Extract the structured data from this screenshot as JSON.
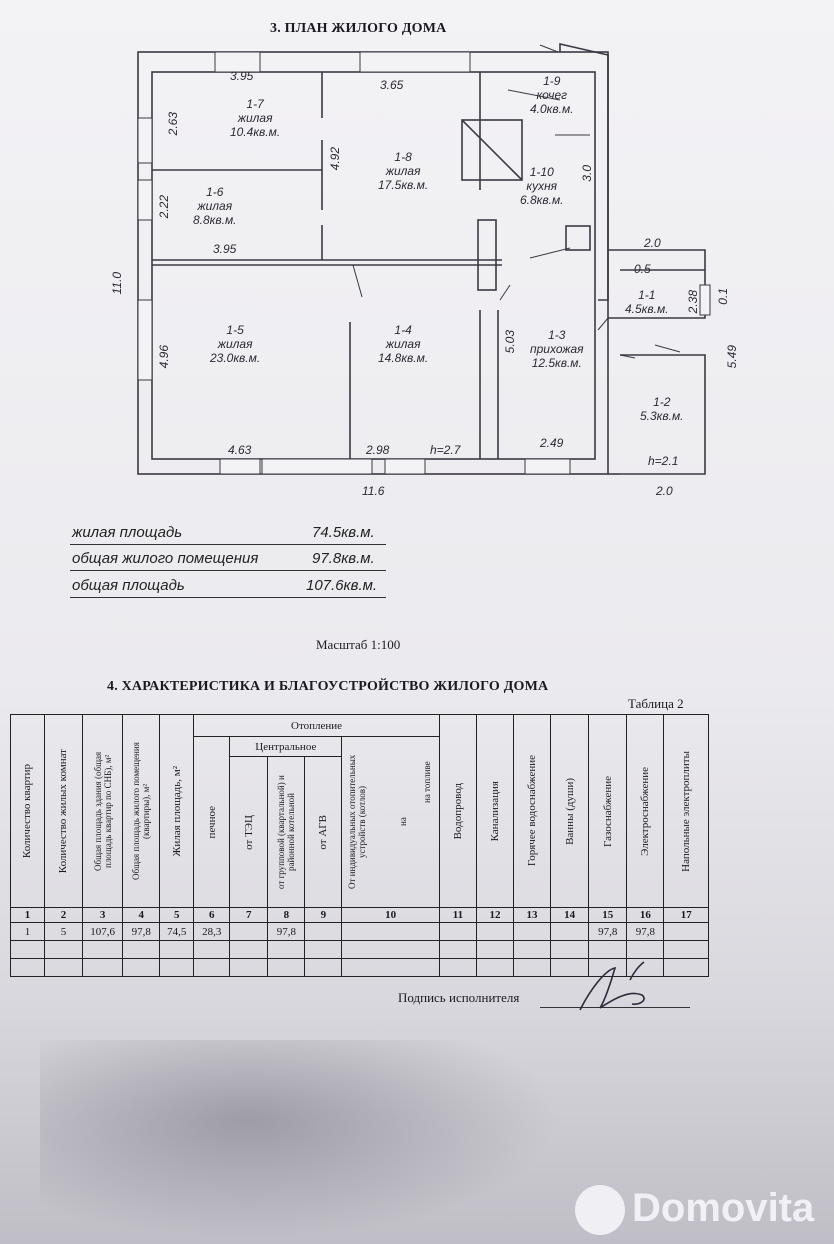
{
  "plan": {
    "title": "3. ПЛАН ЖИЛОГО ДОМА",
    "rooms": [
      {
        "id": "1-7",
        "type": "жилая",
        "area": "10.4кв.м."
      },
      {
        "id": "1-8",
        "type": "жилая",
        "area": "17.5кв.м."
      },
      {
        "id": "1-9",
        "type": "кочег",
        "area": "4.0кв.м."
      },
      {
        "id": "1-6",
        "type": "жилая",
        "area": "8.8кв.м."
      },
      {
        "id": "1-10",
        "type": "кухня",
        "area": "6.8кв.м."
      },
      {
        "id": "1-1",
        "type": "",
        "area": "4.5кв.м."
      },
      {
        "id": "1-5",
        "type": "жилая",
        "area": "23.0кв.м."
      },
      {
        "id": "1-4",
        "type": "жилая",
        "area": "14.8кв.м."
      },
      {
        "id": "1-3",
        "type": "прихожая",
        "area": "12.5кв.м."
      },
      {
        "id": "1-2",
        "type": "",
        "area": "5.3кв.м."
      }
    ],
    "dims": {
      "d395a": "3.95",
      "d365": "3.65",
      "d263": "2.63",
      "d492": "4.92",
      "d30": "3.0",
      "d222": "2.22",
      "d395b": "3.95",
      "d20a": "2.0",
      "d05": "0.5",
      "d110": "11.0",
      "d238": "2.38",
      "d01": "0.1",
      "d496": "4.96",
      "d503": "5.03",
      "d549": "5.49",
      "d463": "4.63",
      "d298": "2.98",
      "h27": "h=2.7",
      "d249": "2.49",
      "h21": "h=2.1",
      "d116": "11.6",
      "d20b": "2.0"
    }
  },
  "summary": [
    {
      "label": "жилая площадь",
      "value": "74.5кв.м."
    },
    {
      "label": "общая жилого помещения",
      "value": "97.8кв.м."
    },
    {
      "label": "общая площадь",
      "value": "107.6кв.м."
    }
  ],
  "scale": "Масштаб  1:100",
  "section4": {
    "title": "4. ХАРАКТЕРИСТИКА И БЛАГОУСТРОЙСТВО ЖИЛОГО ДОМА",
    "table_label": "Таблица 2",
    "group_heating": "Отопление",
    "group_central": "Центральное",
    "headers": [
      "Количество квартир",
      "Количество жилых комнат",
      "Общая площадь здания (общая площадь квартир по СНБ), м²",
      "Общая площадь жилого помещения (квартиры), м²",
      "Жилая площадь, м²",
      "печное",
      "от ТЭЦ",
      "от групповой (квартальной) и районной котельной",
      "от АГВ",
      "От индивидуальных отопительных устройств (котлов)",
      "Водопровод",
      "Канализация",
      "Горячее водоснабжение",
      "Ванны (души)",
      "Газоснабжение",
      "Электроснабжение",
      "Напольные электроплиты"
    ],
    "sub10_a": "на",
    "sub10_b": "на топливе",
    "col_numbers": [
      "1",
      "2",
      "3",
      "4",
      "5",
      "6",
      "7",
      "8",
      "9",
      "10",
      "11",
      "12",
      "13",
      "14",
      "15",
      "16",
      "17"
    ],
    "rows": [
      [
        "1",
        "5",
        "107,6",
        "97,8",
        "74,5",
        "28,3",
        "",
        "97,8",
        "",
        "",
        "",
        "",
        "",
        "",
        "97,8",
        "97,8",
        ""
      ],
      [
        "",
        "",
        "",
        "",
        "",
        "",
        "",
        "",
        "",
        "",
        "",
        "",
        "",
        "",
        "",
        "",
        ""
      ],
      [
        "",
        "",
        "",
        "",
        "",
        "",
        "",
        "",
        "",
        "",
        "",
        "",
        "",
        "",
        "",
        "",
        ""
      ]
    ]
  },
  "signature": {
    "label": "Подпись исполнителя"
  },
  "watermark": {
    "text": "Domovita"
  }
}
